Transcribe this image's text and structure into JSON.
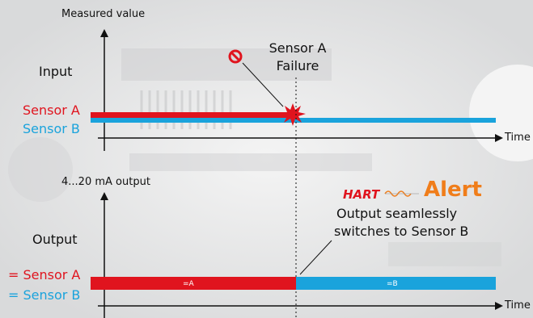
{
  "top_chart": {
    "y_axis_label": "Measured value",
    "x_axis_label": "Time",
    "section_label": "Input",
    "series": [
      {
        "name": "Sensor A",
        "color": "#e0141e"
      },
      {
        "name": "Sensor B",
        "color": "#1aa3dc"
      }
    ],
    "event": {
      "line1": "Sensor A",
      "line2": "Failure",
      "icon": "prohibited-icon"
    }
  },
  "bottom_chart": {
    "y_axis_label": "4...20 mA output",
    "x_axis_label": "Time",
    "section_label": "Output",
    "legend": [
      {
        "text": "= Sensor A",
        "color": "#e0141e"
      },
      {
        "text": "= Sensor B",
        "color": "#1aa3dc"
      }
    ],
    "bar_before_label": "=A",
    "bar_after_label": "=B",
    "callout": {
      "line1": "Output seamlessly",
      "line2": "switches to Sensor B"
    }
  },
  "hart_alert": {
    "logo_text": "HART",
    "word": "Alert",
    "color": "#f07d1a"
  }
}
